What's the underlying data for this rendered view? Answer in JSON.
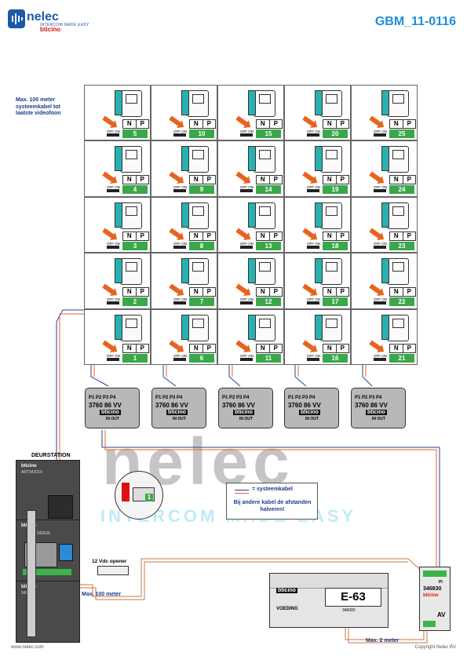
{
  "header": {
    "brand": "nelec",
    "brand_sub": "INTERCOM MADE EASY",
    "bticino": "bticino",
    "doc_id": "GBM_11-0116"
  },
  "note": "Max. 100 meter systeemkabel tot laatste videofoon",
  "cell": {
    "n": "N",
    "p": "P",
    "off_on": "OFF ON"
  },
  "grid_numbers": [
    [
      "5",
      "10",
      "15",
      "20",
      "25"
    ],
    [
      "4",
      "9",
      "14",
      "19",
      "24"
    ],
    [
      "3",
      "8",
      "13",
      "18",
      "23"
    ],
    [
      "2",
      "7",
      "12",
      "17",
      "22"
    ],
    [
      "1",
      "6",
      "11",
      "16",
      "21"
    ]
  ],
  "distributor": {
    "pins": "P1 P2 P3 P4",
    "model": "3760 86",
    "vv": "VV",
    "brand": "bticino",
    "io": "IN OUT"
  },
  "station": {
    "title": "DEURSTATION",
    "art_top": "ART342010",
    "art_mid": "ART342630",
    "art_bot": "342810"
  },
  "legend": {
    "cable": "= systeemkabel",
    "note": "Bij andere kabel de afstanden halveren!"
  },
  "opener": "12 Vdc opener",
  "max100": "Max. 100 meter",
  "psu": {
    "name": "E-63",
    "brand": "bticino",
    "voeding": "VOEDING",
    "code": "346000"
  },
  "av": {
    "code": "346830",
    "brand": "bticino",
    "pi": "PI",
    "av": "AV"
  },
  "max2": "Max. 2 meter",
  "footer": {
    "left": "www.nelec.com",
    "right": "Copyright Nelec BV"
  },
  "watermark": {
    "big": "nelec",
    "small": "INTERCOM MADE EASY"
  }
}
